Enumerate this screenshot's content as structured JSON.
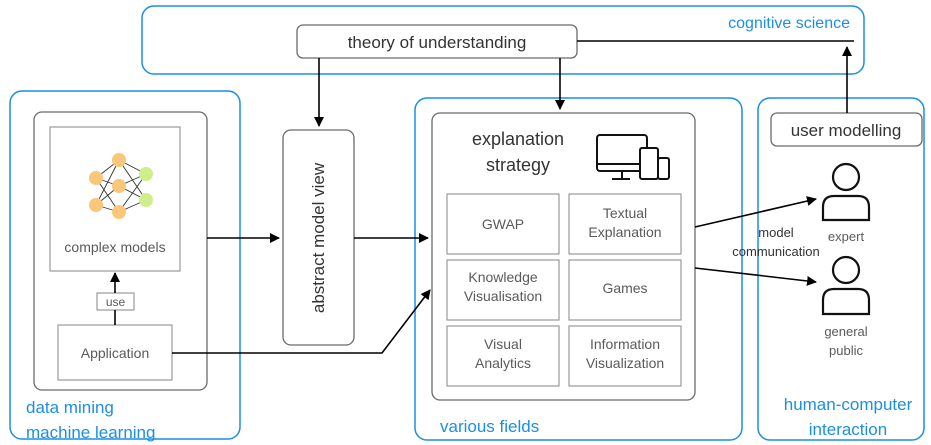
{
  "regions": {
    "cognitive_science": "cognitive science",
    "data_mining": [
      "data mining",
      "machine learning"
    ],
    "various_fields": "various fields",
    "hci": [
      "human-computer",
      "interaction"
    ]
  },
  "nodes": {
    "theory": "theory of understanding",
    "complex_models": "complex models",
    "use": "use",
    "application": "Application",
    "abstract_model_view": "abstract model view",
    "explanation_strategy": [
      "explanation",
      "strategy"
    ],
    "user_modelling": "user modelling",
    "expert": "expert",
    "general_public": [
      "general",
      "public"
    ],
    "model_communication": [
      "model",
      "communication"
    ]
  },
  "fields": {
    "gwap": [
      "GWAP"
    ],
    "textual": [
      "Textual",
      "Explanation"
    ],
    "knowledge": [
      "Knowledge",
      "Visualisation"
    ],
    "games": [
      "Games"
    ],
    "visual_analytics": [
      "Visual",
      "Analytics"
    ],
    "info_vis": [
      "Information",
      "Visualization"
    ]
  },
  "colors": {
    "region_border": "#1a8fe3",
    "box_border": "#6b6b6b",
    "neuron_orange": "#f8c77a",
    "neuron_green": "#cdee8a"
  },
  "icons": [
    "neural-network-icon",
    "devices-icon",
    "person-icon"
  ]
}
